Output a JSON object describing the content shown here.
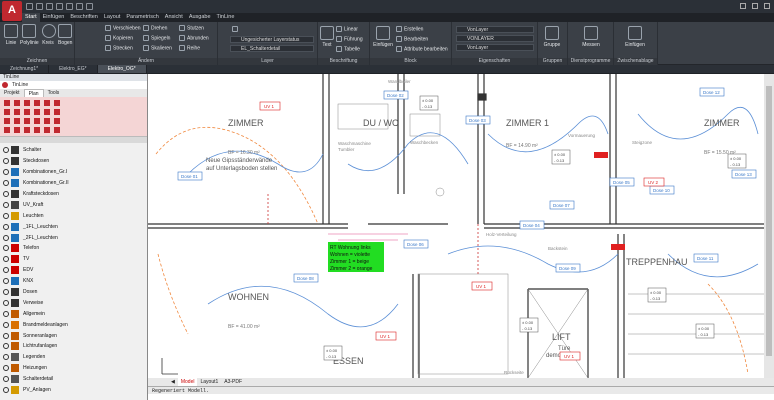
{
  "app": {
    "logo_letter": "A"
  },
  "ribbon_tabs": [
    "Start",
    "Einfügen",
    "Beschriften",
    "Layout",
    "Parametrisch",
    "Ansicht",
    "Ausgabe",
    "TinLine"
  ],
  "ribbon": {
    "zeichnen": {
      "title": "Zeichnen",
      "line": "Linie",
      "polyline": "Polylinie",
      "circle": "Kreis",
      "arc": "Bogen"
    },
    "aendern": {
      "title": "Ändern",
      "move": "Verschieben",
      "copy": "Kopieren",
      "stretch": "Strecken",
      "rotate": "Drehen",
      "mirror": "Spiegeln",
      "scale": "Skalieren",
      "trim": "Stutzen",
      "fillet": "Abrunden",
      "array": "Reihe"
    },
    "layer": {
      "title": "Layer",
      "status": "Ungesicherter Layerstatus",
      "current": "EL_Schalterdetail"
    },
    "beschriftung": {
      "title": "Beschriftung",
      "text": "Text",
      "linear": "Linear",
      "leader": "Führung",
      "table": "Tabelle"
    },
    "block": {
      "title": "Block",
      "insert": "Einfügen",
      "create": "Erstellen",
      "edit": "Bearbeiten",
      "attr": "Attribute bearbeiten"
    },
    "eigenschaften": {
      "title": "Eigenschaften",
      "color": "VonLayer",
      "linetype": "VONLAYER",
      "lineweight": "VonLayer"
    },
    "gruppen": {
      "title": "Gruppen",
      "group": "Gruppe"
    },
    "dienst": {
      "title": "Dienstprogramme",
      "measure": "Messen"
    },
    "clip": {
      "title": "Zwischenablage",
      "paste": "Einfügen"
    }
  },
  "doc_tabs": [
    "Zeichnung1*",
    "Elektro_EG*",
    "Elektro_OG*"
  ],
  "palette": {
    "title": "TinLine",
    "header": "TinLine",
    "tabs": [
      "Projekt",
      "Plan",
      "Tools"
    ],
    "layers": [
      "Schalter",
      "Steckdosen",
      "Kombinationen_Gr.I",
      "Kombinationen_Gr.II",
      "Kraftsteckdosen",
      "UV_Kraft",
      "Leuchten",
      "_1FL_Leuchten",
      "_2FL_Leuchten",
      "Telefon",
      "TV",
      "EDV",
      "KNX",
      "Dosen",
      "Verweise",
      "Allgemein",
      "Brandmeldeanlagen",
      "Sonneranlagen",
      "Lichtrufanlagen",
      "Legenden",
      "Heizungen",
      "Schalterdetail",
      "PV_Anlagen"
    ]
  },
  "drawing": {
    "rooms": [
      {
        "name": "ZIMMER",
        "area": "BF = 16.30 m²"
      },
      {
        "name": "DU / WC"
      },
      {
        "name": "ZIMMER 1",
        "area": "BF = 14.90 m²"
      },
      {
        "name": "ZIMMER",
        "area": "BF = 15.50 m²"
      },
      {
        "name": "WOHNEN",
        "area": "BF = 41.00 m²"
      },
      {
        "name": "TREPPENHAU"
      },
      {
        "name": "LIFT"
      },
      {
        "name": "ESSEN"
      }
    ],
    "notes": {
      "gips": [
        "Neue Gipsständerwände",
        "auf Unterlagsboden stellen"
      ],
      "waschmaschine": "Waschmaschine",
      "tumbler": "Tumbler",
      "waschbecken": "Waschbecken",
      "wanne": "Wandboiler",
      "vormauerung": "Vormauerung",
      "backstein": "Backstein",
      "steigzone": "Steigzone",
      "tuere": [
        "Türe",
        "demontieren"
      ],
      "holz": "Holz-Verteilung",
      "lift_label": "Rückseite"
    },
    "legend": [
      "RT Wohnung links",
      "Wohnen = violette",
      "Zimmer 1 = beige",
      "Zimmer 2 = orange"
    ],
    "dose_labels": [
      "Dose 01",
      "Dose 02",
      "Dose 03",
      "Dose 04",
      "Dose 05",
      "Dose 06",
      "Dose 07",
      "Dose 08",
      "Dose 09",
      "Dose 10",
      "Dose 11",
      "Dose 12",
      "Dose 13"
    ],
    "uv_labels": [
      "UV 1",
      "UV 1",
      "UV 1",
      "UV 2",
      "UV 1"
    ],
    "elev": [
      "± 0.00",
      "- 0.13",
      "± 0.00",
      "- 0.13"
    ]
  },
  "layout_tabs": [
    "Model",
    "Layout1",
    "A3-PDF"
  ],
  "command": {
    "history": "Regeneriert Modell."
  }
}
